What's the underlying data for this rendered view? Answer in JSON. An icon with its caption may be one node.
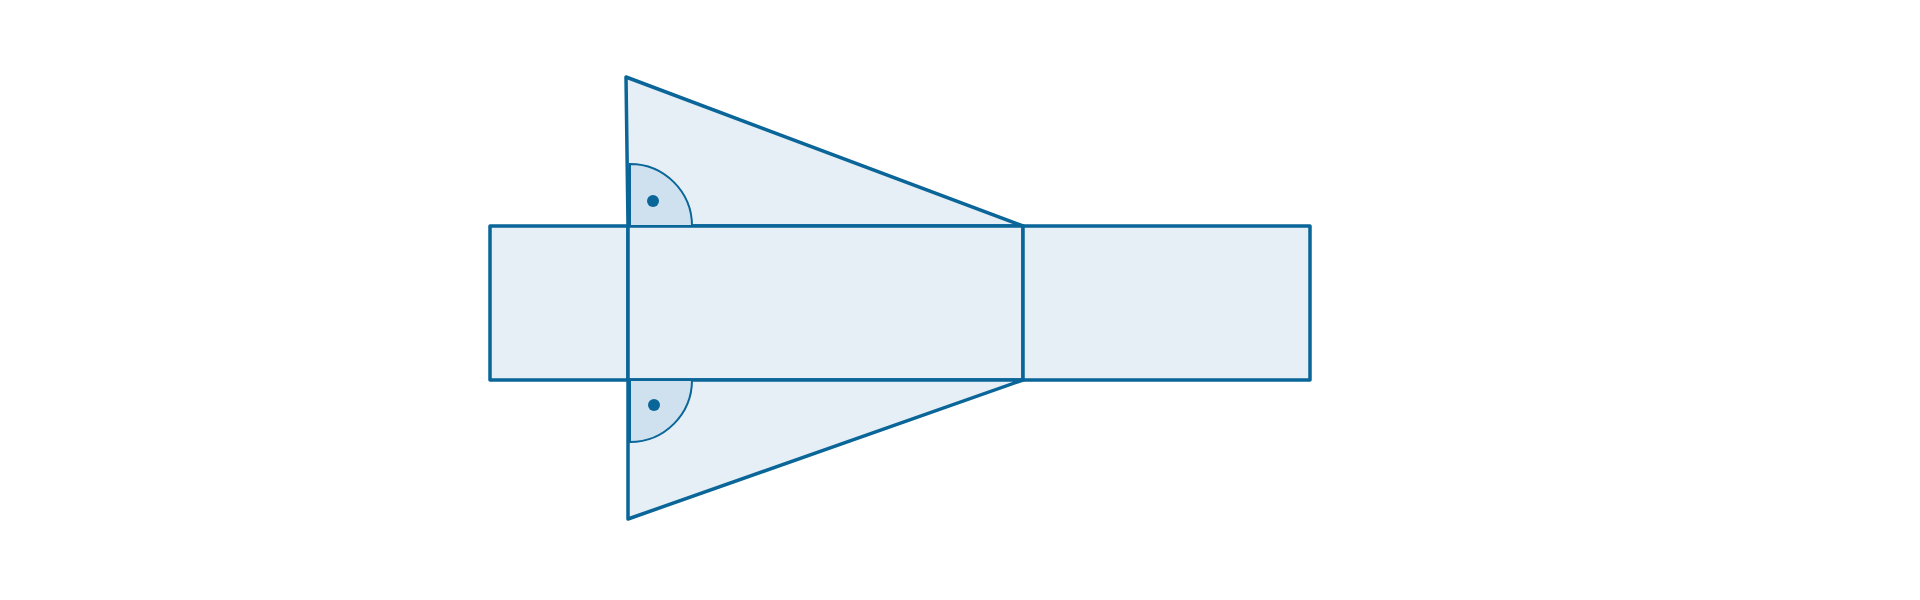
{
  "diagram": {
    "nodes": [
      {
        "text": [],
        "shape": "triangle"
      },
      {
        "text": [],
        "shape": "box"
      },
      {
        "text": [],
        "shape": "box"
      },
      {
        "text": [],
        "shape": "box"
      },
      {
        "text": [],
        "shape": "triangle"
      }
    ]
  }
}
